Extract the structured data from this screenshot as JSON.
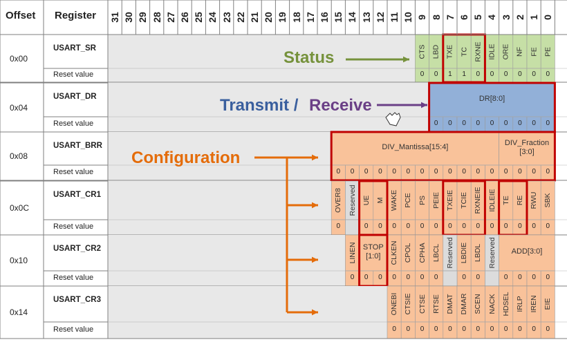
{
  "header": {
    "offset": "Offset",
    "register": "Register",
    "bits": [
      "31",
      "30",
      "29",
      "28",
      "27",
      "26",
      "25",
      "24",
      "23",
      "22",
      "21",
      "20",
      "19",
      "18",
      "17",
      "16",
      "15",
      "14",
      "13",
      "12",
      "11",
      "10",
      "9",
      "8",
      "7",
      "6",
      "5",
      "4",
      "3",
      "2",
      "1",
      "0"
    ]
  },
  "colors": {
    "status": "#c6dfa6",
    "dr": "#92b0d8",
    "config": "#f9c29a",
    "gray": "#e8e8e8",
    "reserved": "#dcdcdc",
    "red": "#c00000",
    "green_text": "#76923c",
    "blue_text": "#3a5f9e",
    "purple_text": "#6a3f86",
    "orange_text": "#e46c0a",
    "arrow_green": "#76923c",
    "arrow_purple": "#6a3f86",
    "arrow_orange": "#e46c0a"
  },
  "registers": [
    {
      "offset": "0x00",
      "name": "USART_SR",
      "reset_label": "Reset value",
      "color": "status",
      "fields": [
        {
          "label": "CTS",
          "hi": 9,
          "lo": 9
        },
        {
          "label": "LBD",
          "hi": 8,
          "lo": 8
        },
        {
          "label": "TXE",
          "hi": 7,
          "lo": 7
        },
        {
          "label": "TC",
          "hi": 6,
          "lo": 6
        },
        {
          "label": "RXNE",
          "hi": 5,
          "lo": 5
        },
        {
          "label": "IDLE",
          "hi": 4,
          "lo": 4
        },
        {
          "label": "ORE",
          "hi": 3,
          "lo": 3
        },
        {
          "label": "NF",
          "hi": 2,
          "lo": 2
        },
        {
          "label": "FE",
          "hi": 1,
          "lo": 1
        },
        {
          "label": "PE",
          "hi": 0,
          "lo": 0
        }
      ],
      "reset": [
        {
          "bit": 9,
          "v": "0"
        },
        {
          "bit": 8,
          "v": "0"
        },
        {
          "bit": 7,
          "v": "1"
        },
        {
          "bit": 6,
          "v": "1"
        },
        {
          "bit": 5,
          "v": "0"
        },
        {
          "bit": 4,
          "v": "0"
        },
        {
          "bit": 3,
          "v": "0"
        },
        {
          "bit": 2,
          "v": "0"
        },
        {
          "bit": 1,
          "v": "0"
        },
        {
          "bit": 0,
          "v": "0"
        }
      ],
      "highlights": [
        {
          "hi": 7,
          "lo": 5
        }
      ]
    },
    {
      "offset": "0x04",
      "name": "USART_DR",
      "reset_label": "Reset value",
      "color": "dr",
      "fields": [
        {
          "label": "DR[8:0]",
          "hi": 8,
          "lo": 0,
          "horizontal": true
        }
      ],
      "reset": [
        {
          "bit": 8,
          "v": "0"
        },
        {
          "bit": 7,
          "v": "0"
        },
        {
          "bit": 6,
          "v": "0"
        },
        {
          "bit": 5,
          "v": "0"
        },
        {
          "bit": 4,
          "v": "0"
        },
        {
          "bit": 3,
          "v": "0"
        },
        {
          "bit": 2,
          "v": "0"
        },
        {
          "bit": 1,
          "v": "0"
        },
        {
          "bit": 0,
          "v": "0"
        }
      ],
      "highlights": [
        {
          "hi": 8,
          "lo": 0,
          "full": true
        }
      ]
    },
    {
      "offset": "0x08",
      "name": "USART_BRR",
      "reset_label": "Reset value",
      "color": "config",
      "fields": [
        {
          "label": "DIV_Mantissa[15:4]",
          "hi": 15,
          "lo": 4,
          "horizontal": true
        },
        {
          "label": "DIV_Fraction\n[3:0]",
          "hi": 3,
          "lo": 0,
          "horizontal": true
        }
      ],
      "reset": [
        {
          "bit": 15,
          "v": "0"
        },
        {
          "bit": 14,
          "v": "0"
        },
        {
          "bit": 13,
          "v": "0"
        },
        {
          "bit": 12,
          "v": "0"
        },
        {
          "bit": 11,
          "v": "0"
        },
        {
          "bit": 10,
          "v": "0"
        },
        {
          "bit": 9,
          "v": "0"
        },
        {
          "bit": 8,
          "v": "0"
        },
        {
          "bit": 7,
          "v": "0"
        },
        {
          "bit": 6,
          "v": "0"
        },
        {
          "bit": 5,
          "v": "0"
        },
        {
          "bit": 4,
          "v": "0"
        },
        {
          "bit": 3,
          "v": "0"
        },
        {
          "bit": 2,
          "v": "0"
        },
        {
          "bit": 1,
          "v": "0"
        },
        {
          "bit": 0,
          "v": "0"
        }
      ],
      "highlights": [
        {
          "hi": 15,
          "lo": 0,
          "full": true
        }
      ]
    },
    {
      "offset": "0x0C",
      "name": "USART_CR1",
      "reset_label": "Reset value",
      "color": "config",
      "fields": [
        {
          "label": "OVER8",
          "hi": 15,
          "lo": 15
        },
        {
          "label": "Reserved",
          "hi": 14,
          "lo": 14,
          "reserved": true
        },
        {
          "label": "UE",
          "hi": 13,
          "lo": 13
        },
        {
          "label": "M",
          "hi": 12,
          "lo": 12
        },
        {
          "label": "WAKE",
          "hi": 11,
          "lo": 11
        },
        {
          "label": "PCE",
          "hi": 10,
          "lo": 10
        },
        {
          "label": "PS",
          "hi": 9,
          "lo": 9
        },
        {
          "label": "PEIE",
          "hi": 8,
          "lo": 8
        },
        {
          "label": "TXEIE",
          "hi": 7,
          "lo": 7
        },
        {
          "label": "TCIE",
          "hi": 6,
          "lo": 6
        },
        {
          "label": "RXNEIE",
          "hi": 5,
          "lo": 5
        },
        {
          "label": "IDLEIE",
          "hi": 4,
          "lo": 4
        },
        {
          "label": "TE",
          "hi": 3,
          "lo": 3
        },
        {
          "label": "RE",
          "hi": 2,
          "lo": 2
        },
        {
          "label": "RWU",
          "hi": 1,
          "lo": 1
        },
        {
          "label": "SBK",
          "hi": 0,
          "lo": 0
        }
      ],
      "reset": [
        {
          "bit": 15,
          "v": "0"
        },
        {
          "bit": 13,
          "v": "0"
        },
        {
          "bit": 12,
          "v": "0"
        },
        {
          "bit": 11,
          "v": "0"
        },
        {
          "bit": 10,
          "v": "0"
        },
        {
          "bit": 9,
          "v": "0"
        },
        {
          "bit": 8,
          "v": "0"
        },
        {
          "bit": 7,
          "v": "0"
        },
        {
          "bit": 6,
          "v": "0"
        },
        {
          "bit": 5,
          "v": "0"
        },
        {
          "bit": 4,
          "v": "0"
        },
        {
          "bit": 3,
          "v": "0"
        },
        {
          "bit": 2,
          "v": "0"
        },
        {
          "bit": 1,
          "v": "0"
        },
        {
          "bit": 0,
          "v": "0"
        }
      ],
      "highlights": [
        {
          "hi": 13,
          "lo": 12
        },
        {
          "hi": 7,
          "lo": 5
        },
        {
          "hi": 3,
          "lo": 2
        }
      ]
    },
    {
      "offset": "0x10",
      "name": "USART_CR2",
      "reset_label": "Reset value",
      "color": "config",
      "fields": [
        {
          "label": "LINEN",
          "hi": 14,
          "lo": 14
        },
        {
          "label": "STOP\n[1:0]",
          "hi": 13,
          "lo": 12,
          "horizontal": true
        },
        {
          "label": "CLKEN",
          "hi": 11,
          "lo": 11
        },
        {
          "label": "CPOL",
          "hi": 10,
          "lo": 10
        },
        {
          "label": "CPHA",
          "hi": 9,
          "lo": 9
        },
        {
          "label": "LBCL",
          "hi": 8,
          "lo": 8
        },
        {
          "label": "Reserved",
          "hi": 7,
          "lo": 7,
          "reserved": true
        },
        {
          "label": "LBDIE",
          "hi": 6,
          "lo": 6
        },
        {
          "label": "LBDL",
          "hi": 5,
          "lo": 5
        },
        {
          "label": "Reserved",
          "hi": 4,
          "lo": 4,
          "reserved": true
        },
        {
          "label": "ADD[3:0]",
          "hi": 3,
          "lo": 0,
          "horizontal": true
        }
      ],
      "reset": [
        {
          "bit": 14,
          "v": "0"
        },
        {
          "bit": 13,
          "v": "0"
        },
        {
          "bit": 12,
          "v": "0"
        },
        {
          "bit": 11,
          "v": "0"
        },
        {
          "bit": 10,
          "v": "0"
        },
        {
          "bit": 9,
          "v": "0"
        },
        {
          "bit": 8,
          "v": "0"
        },
        {
          "bit": 6,
          "v": "0"
        },
        {
          "bit": 5,
          "v": "0"
        },
        {
          "bit": 3,
          "v": "0"
        },
        {
          "bit": 2,
          "v": "0"
        },
        {
          "bit": 1,
          "v": "0"
        },
        {
          "bit": 0,
          "v": "0"
        }
      ],
      "highlights": [
        {
          "hi": 13,
          "lo": 12
        }
      ]
    },
    {
      "offset": "0x14",
      "name": "USART_CR3",
      "reset_label": "Reset value",
      "color": "config",
      "fields": [
        {
          "label": "ONEBI",
          "hi": 11,
          "lo": 11
        },
        {
          "label": "CTSIE",
          "hi": 10,
          "lo": 10
        },
        {
          "label": "CTSE",
          "hi": 9,
          "lo": 9
        },
        {
          "label": "RTSE",
          "hi": 8,
          "lo": 8
        },
        {
          "label": "DMAT",
          "hi": 7,
          "lo": 7
        },
        {
          "label": "DMAR",
          "hi": 6,
          "lo": 6
        },
        {
          "label": "SCEN",
          "hi": 5,
          "lo": 5
        },
        {
          "label": "NACK",
          "hi": 4,
          "lo": 4
        },
        {
          "label": "HDSEL",
          "hi": 3,
          "lo": 3
        },
        {
          "label": "IRLP",
          "hi": 2,
          "lo": 2
        },
        {
          "label": "IREN",
          "hi": 1,
          "lo": 1
        },
        {
          "label": "EIE",
          "hi": 0,
          "lo": 0
        }
      ],
      "reset": [
        {
          "bit": 11,
          "v": "0"
        },
        {
          "bit": 10,
          "v": "0"
        },
        {
          "bit": 9,
          "v": "0"
        },
        {
          "bit": 8,
          "v": "0"
        },
        {
          "bit": 7,
          "v": "0"
        },
        {
          "bit": 6,
          "v": "0"
        },
        {
          "bit": 5,
          "v": "0"
        },
        {
          "bit": 4,
          "v": "0"
        },
        {
          "bit": 3,
          "v": "0"
        },
        {
          "bit": 2,
          "v": "0"
        },
        {
          "bit": 1,
          "v": "0"
        },
        {
          "bit": 0,
          "v": "0"
        }
      ],
      "highlights": []
    }
  ],
  "annotations": {
    "status": "Status",
    "transmit": "Transmit /",
    "receive": "Receive",
    "configuration": "Configuration"
  }
}
